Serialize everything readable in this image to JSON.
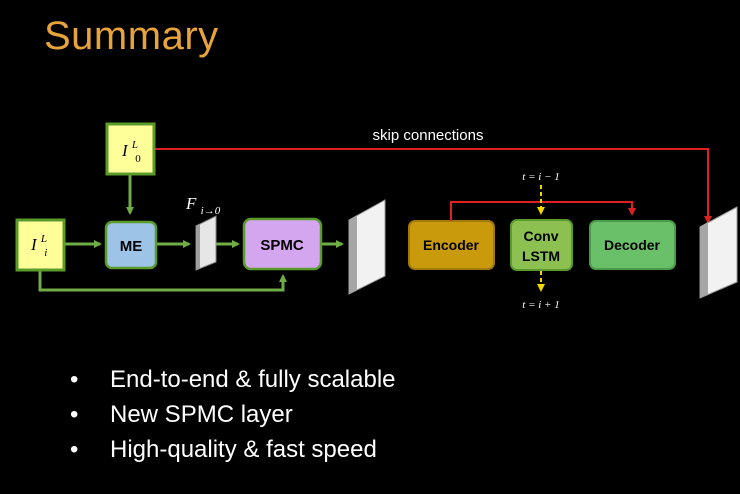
{
  "title": "Summary",
  "diagram": {
    "input_ref": {
      "base": "I",
      "sup": "L",
      "sub": "0"
    },
    "input_cur": {
      "base": "I",
      "sup": "L",
      "sub": "i"
    },
    "flow_label": {
      "base": "F",
      "sub": "i→0"
    },
    "me_label": "ME",
    "spmc_label": "SPMC",
    "encoder_label": "Encoder",
    "convlstm_line1": "Conv",
    "convlstm_line2": "LSTM",
    "decoder_label": "Decoder",
    "skip_label": "skip connections",
    "t_prev": "t = i − 1",
    "t_next": "t = i + 1"
  },
  "colors": {
    "title": "#e8a33a",
    "input_fill": "#ffff99",
    "input_stroke": "#5b9b2b",
    "me_fill": "#9dc3e6",
    "spmc_fill": "#d5a6f0",
    "encoder_fill": "#c99a0c",
    "convlstm_fill": "#8cc152",
    "decoder_fill": "#6abf69",
    "green_arrow": "#70ad47",
    "red_arrow": "#e02020",
    "yellow_dash": "#f5d800"
  },
  "bullets": [
    "End-to-end & fully scalable",
    "New SPMC layer",
    "High-quality & fast speed"
  ]
}
